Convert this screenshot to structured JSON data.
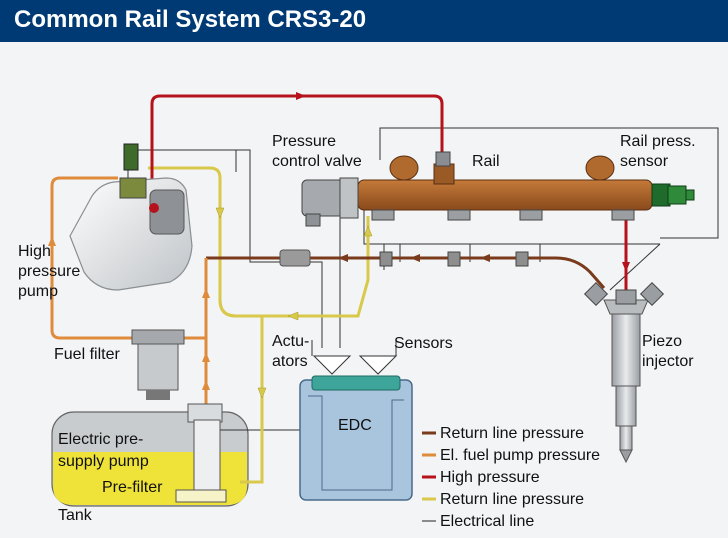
{
  "header": {
    "title": "Common Rail System CRS3-20"
  },
  "labels": {
    "pressure_control_valve_1": "Pressure",
    "pressure_control_valve_2": "control valve",
    "rail": "Rail",
    "rail_sensor_1": "Rail press.",
    "rail_sensor_2": "sensor",
    "hp_pump_1": "High",
    "hp_pump_2": "pressure",
    "hp_pump_3": "pump",
    "fuel_filter": "Fuel filter",
    "actuators_1": "Actu-",
    "actuators_2": "ators",
    "sensors": "Sensors",
    "edc": "EDC",
    "piezo_1": "Piezo",
    "piezo_2": "injector",
    "electric_pump_1": "Electric pre-",
    "electric_pump_2": "supply pump",
    "pre_filter": "Pre-filter",
    "tank": "Tank"
  },
  "legend": [
    {
      "label": "Return line pressure",
      "color": "#7a3a1c",
      "kind": "line"
    },
    {
      "label": "El. fuel pump pressure",
      "color": "#e08a3c",
      "kind": "line"
    },
    {
      "label": "High pressure",
      "color": "#b5121b",
      "kind": "line"
    },
    {
      "label": "Return line pressure",
      "color": "#d9c94a",
      "kind": "line"
    },
    {
      "label": "Electrical line",
      "color": "#222222",
      "kind": "thin"
    }
  ],
  "colors": {
    "header_bg": "#003a75",
    "return_brown": "#7a3a1c",
    "fuel_pump_orange": "#e08a3c",
    "high_pressure_red": "#b5121b",
    "return_yellow": "#d9c94a",
    "rail_body": "#a8602a",
    "edc_box": "#a9c4dd",
    "tank_fuel": "#efe33a"
  }
}
